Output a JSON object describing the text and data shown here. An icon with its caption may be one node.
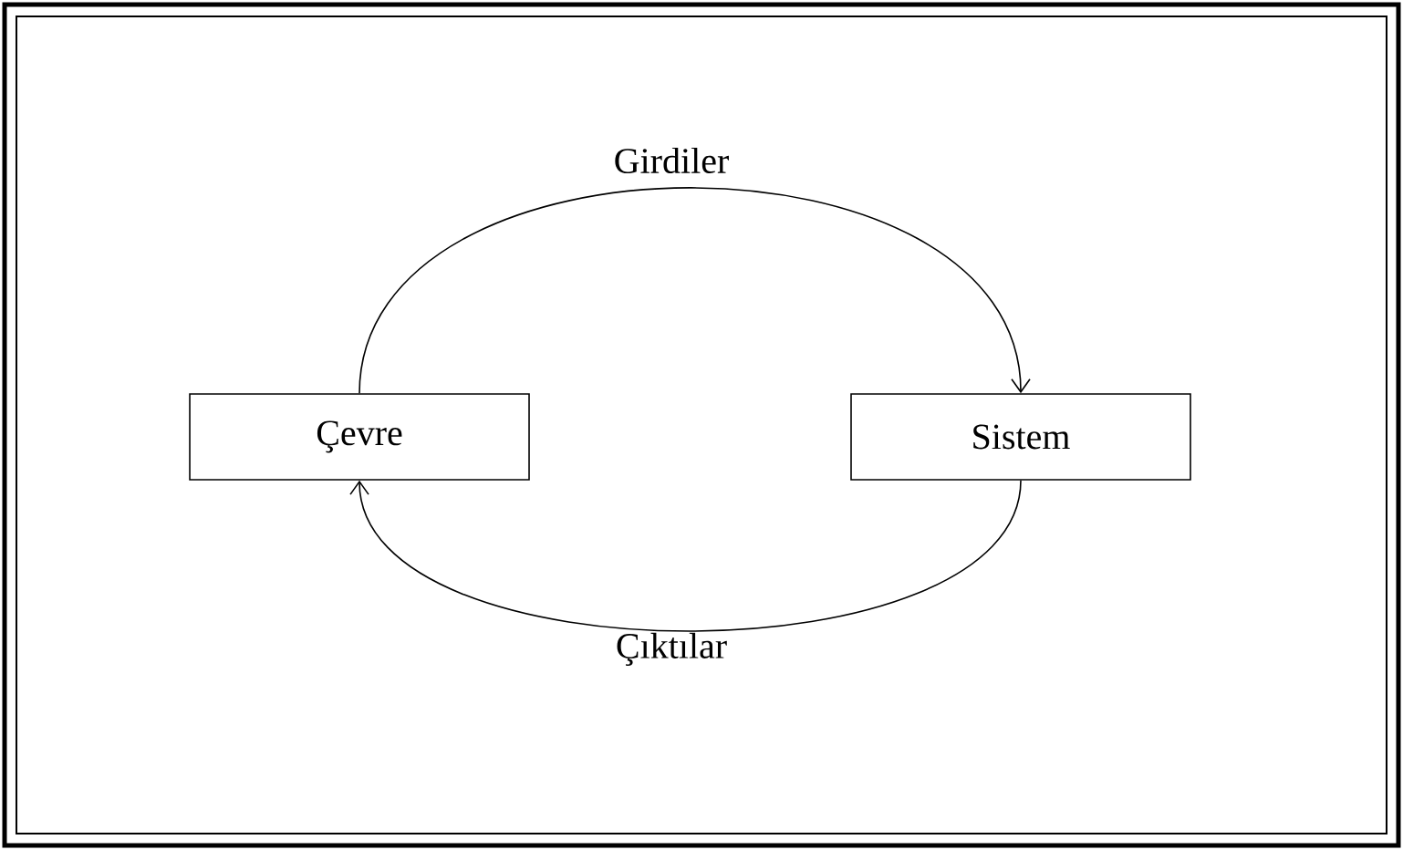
{
  "diagram": {
    "nodes": [
      {
        "text": [
          "Çevre"
        ]
      },
      {
        "text": [
          "Sistem"
        ]
      }
    ],
    "edges": [
      {
        "from": 0,
        "to": 1,
        "arrow": "to",
        "label": "Girdiler"
      },
      {
        "from": 1,
        "to": 0,
        "arrow": "to",
        "label": "Çıktılar"
      }
    ]
  }
}
